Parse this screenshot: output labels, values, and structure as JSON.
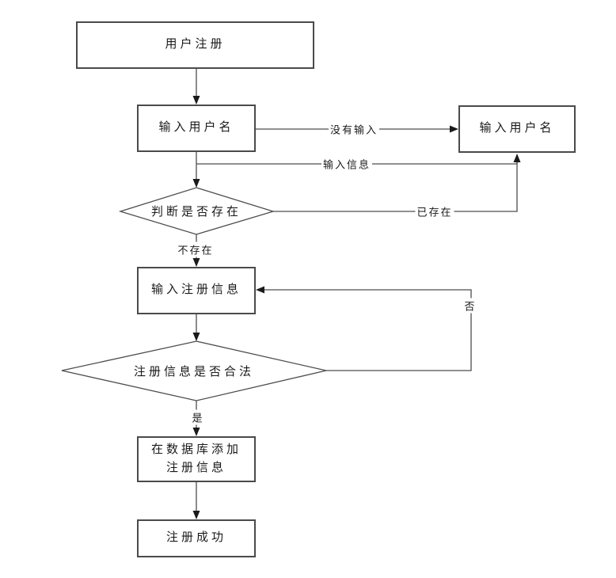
{
  "colors": {
    "background": "#ffffff",
    "line": "#4d4d4d",
    "box_border": "#4a4a4a",
    "arrowhead": "#1a1a1a",
    "text": "#1a1a1a"
  },
  "flowchart": {
    "nodes": {
      "user_register": {
        "label": "用户注册"
      },
      "input_username": {
        "label": "输入用户名"
      },
      "input_username_redo": {
        "label": "输入用户名"
      },
      "check_exists": {
        "label": "判断是否存在"
      },
      "input_reg_info": {
        "label": "输入注册信息"
      },
      "check_valid": {
        "label": "注册信息是否合法"
      },
      "add_db": {
        "line1": "在数据库添加",
        "line2": "注册信息"
      },
      "register_success": {
        "label": "注册成功"
      }
    },
    "edge_labels": {
      "no_input": "没有输入",
      "input_info": "输入信息",
      "already_exists": "已存在",
      "not_exists": "不存在",
      "valid_yes": "是",
      "valid_no": "否"
    }
  }
}
